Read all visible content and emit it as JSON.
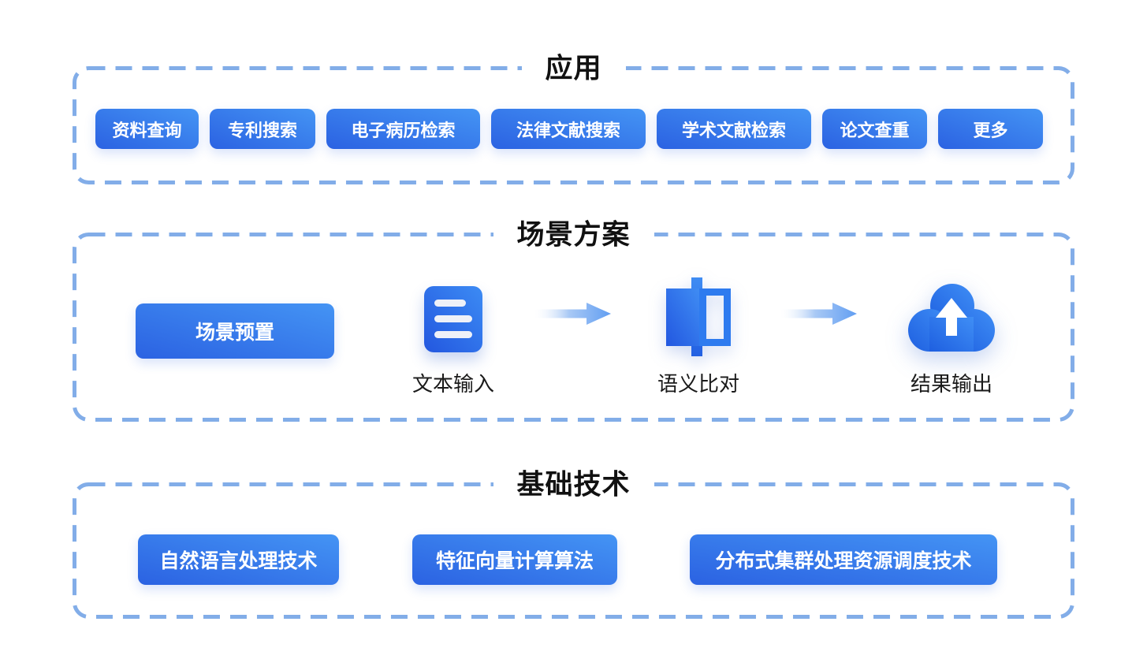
{
  "colors": {
    "button_gradient_start": "#2b62e2",
    "button_gradient_end": "#4494f4",
    "dashed_border": "#82ade8",
    "title_text": "#111111",
    "button_text": "#ffffff",
    "label_text": "#1a1a1a"
  },
  "sections": {
    "applications": {
      "title": "应用",
      "buttons": [
        "资料查询",
        "专利搜索",
        "电子病历检索",
        "法律文献搜索",
        "学术文献检索",
        "论文查重",
        "更多"
      ]
    },
    "scenario": {
      "title": "场景方案",
      "preset_button": "场景预置",
      "flow": [
        {
          "icon": "document-icon",
          "label": "文本输入"
        },
        {
          "icon": "compare-icon",
          "label": "语义比对"
        },
        {
          "icon": "cloud-upload-icon",
          "label": "结果输出"
        }
      ]
    },
    "technology": {
      "title": "基础技术",
      "buttons": [
        "自然语言处理技术",
        "特征向量计算算法",
        "分布式集群处理资源调度技术"
      ]
    }
  }
}
